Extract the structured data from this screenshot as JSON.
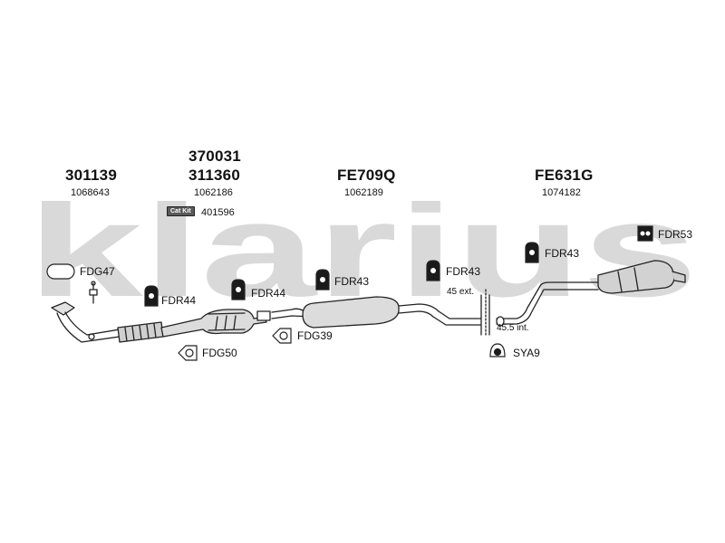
{
  "watermark": {
    "text": "klarius",
    "color": "#d9d9d9"
  },
  "groups": [
    {
      "id": "g1",
      "main": [
        "301139"
      ],
      "ref": "1068643"
    },
    {
      "id": "g2",
      "main": [
        "370031",
        "311360"
      ],
      "ref": "1062186",
      "badge": "Cat Kit",
      "extra_ref": "401596"
    },
    {
      "id": "g3",
      "main": [
        "FE709Q"
      ],
      "ref": "1062189"
    },
    {
      "id": "g4",
      "main": [
        "FE631G"
      ],
      "ref": "1074182"
    }
  ],
  "parts": {
    "fdg47": "FDG47",
    "fdr44_a": "FDR44",
    "fdr44_b": "FDR44",
    "fdr43_a": "FDR43",
    "fdr43_b": "FDR43",
    "fdr43_c": "FDR43",
    "fdr53": "FDR53",
    "fdg50": "FDG50",
    "fdg39": "FDG39",
    "sya9": "SYA9"
  },
  "notes": {
    "ext": "45 ext.",
    "int": "45.5 int."
  },
  "colors": {
    "line": "#222222",
    "part_fill": "#d8d8d8",
    "hanger_fill": "#1a1a1a"
  },
  "icons": [
    "rubber-hanger-icon",
    "gasket-icon",
    "clamp-icon",
    "ring-gasket-icon"
  ]
}
